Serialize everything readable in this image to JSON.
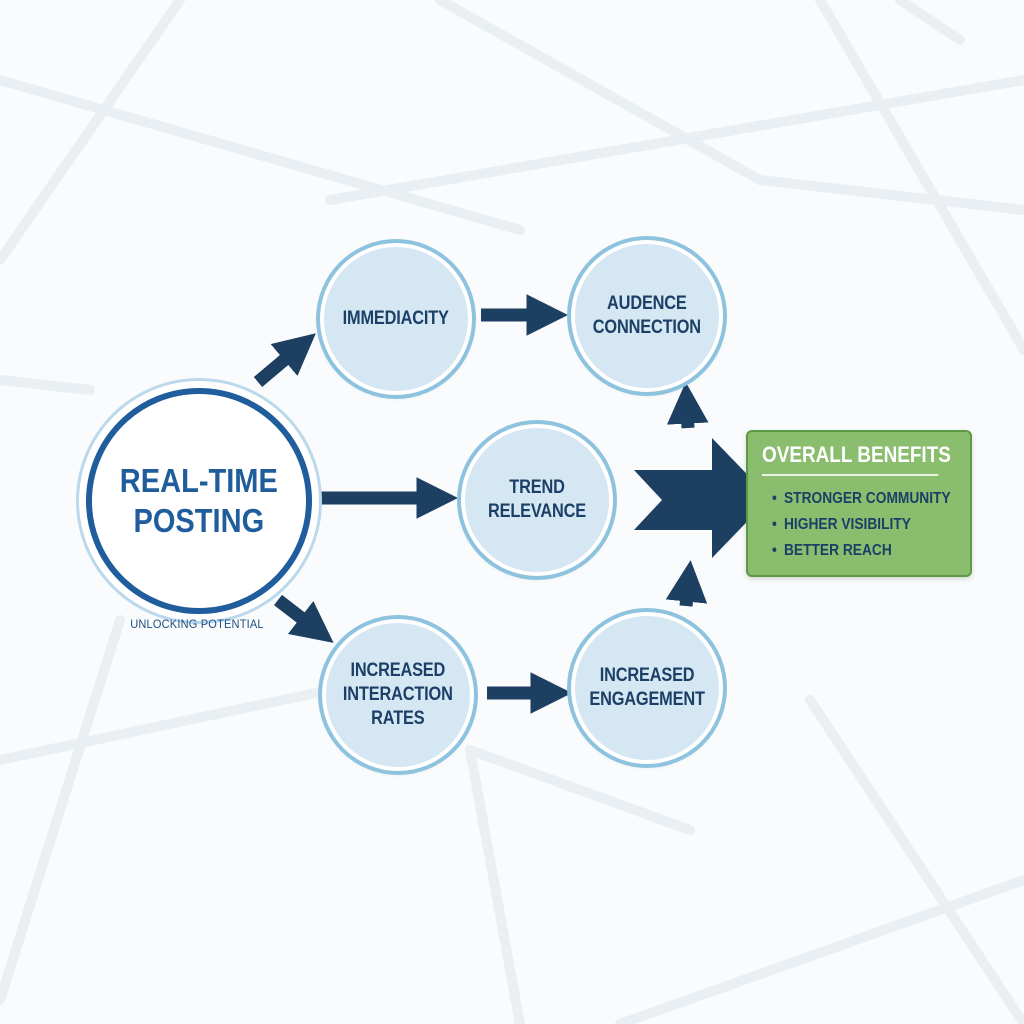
{
  "diagram": {
    "central_node": {
      "label_line1": "REAL-TIME",
      "label_line2": "POSTING",
      "caption": "UNLOCKING POTENTIAL"
    },
    "nodes": {
      "immediacy": {
        "line1": "IMMEDIACITY"
      },
      "audience_connection": {
        "line1": "AUDENCE",
        "line2": "CONNECTION"
      },
      "trend_relevance": {
        "line1": "TREND",
        "line2": "RELEVANCE"
      },
      "interaction_rates": {
        "line1": "INCREASED",
        "line2": "INTERACTION",
        "line3": "RATES"
      },
      "engagement": {
        "line1": "INCREASED",
        "line2": "ENGAGEMENT"
      }
    },
    "benefits": {
      "title": "OVERALL BENEFITS",
      "items": [
        "STRONGER COMMUNITY",
        "HIGHER VISIBILITY",
        "BETTER REACH"
      ]
    },
    "colors": {
      "arrow": "#1c3f62",
      "node_fill": "#d4e7f3",
      "node_ring": "#8ec3df",
      "central_ring": "#1f5d9c",
      "benefits_fill": "#8bbd6e",
      "text_dark": "#1b3f66"
    }
  }
}
